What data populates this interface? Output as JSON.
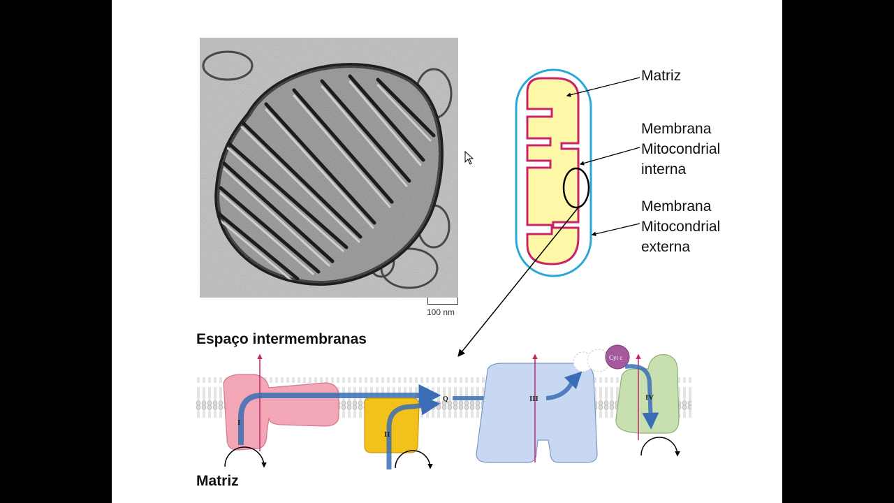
{
  "scale_bar": {
    "label": "100 nm"
  },
  "mitochondrion_labels": {
    "matrix": "Matriz",
    "inner_membrane": [
      "Membrana",
      "Mitocondrial",
      "interna"
    ],
    "outer_membrane": [
      "Membrana",
      "Mitocondrial",
      "externa"
    ]
  },
  "regions": {
    "intermembrane_space": "Espaço intermembranas",
    "matrix": "Matriz"
  },
  "complexes": {
    "c1": "I",
    "c2": "II",
    "q": "Q",
    "c3": "III",
    "c4": "IV",
    "cytc": "Cyt c"
  },
  "colors": {
    "outer_membrane": "#2aa7d6",
    "inner_membrane": "#c8246a",
    "matrix_fill": "#fff7a8",
    "complex_I": "#f2a6b6",
    "complex_II": "#f2c21a",
    "complex_III": "#c9d8f2",
    "complex_IV": "#c8e0b0",
    "cytochrome_c": "#a65a9e",
    "electron_arrow": "#3a6db5"
  }
}
